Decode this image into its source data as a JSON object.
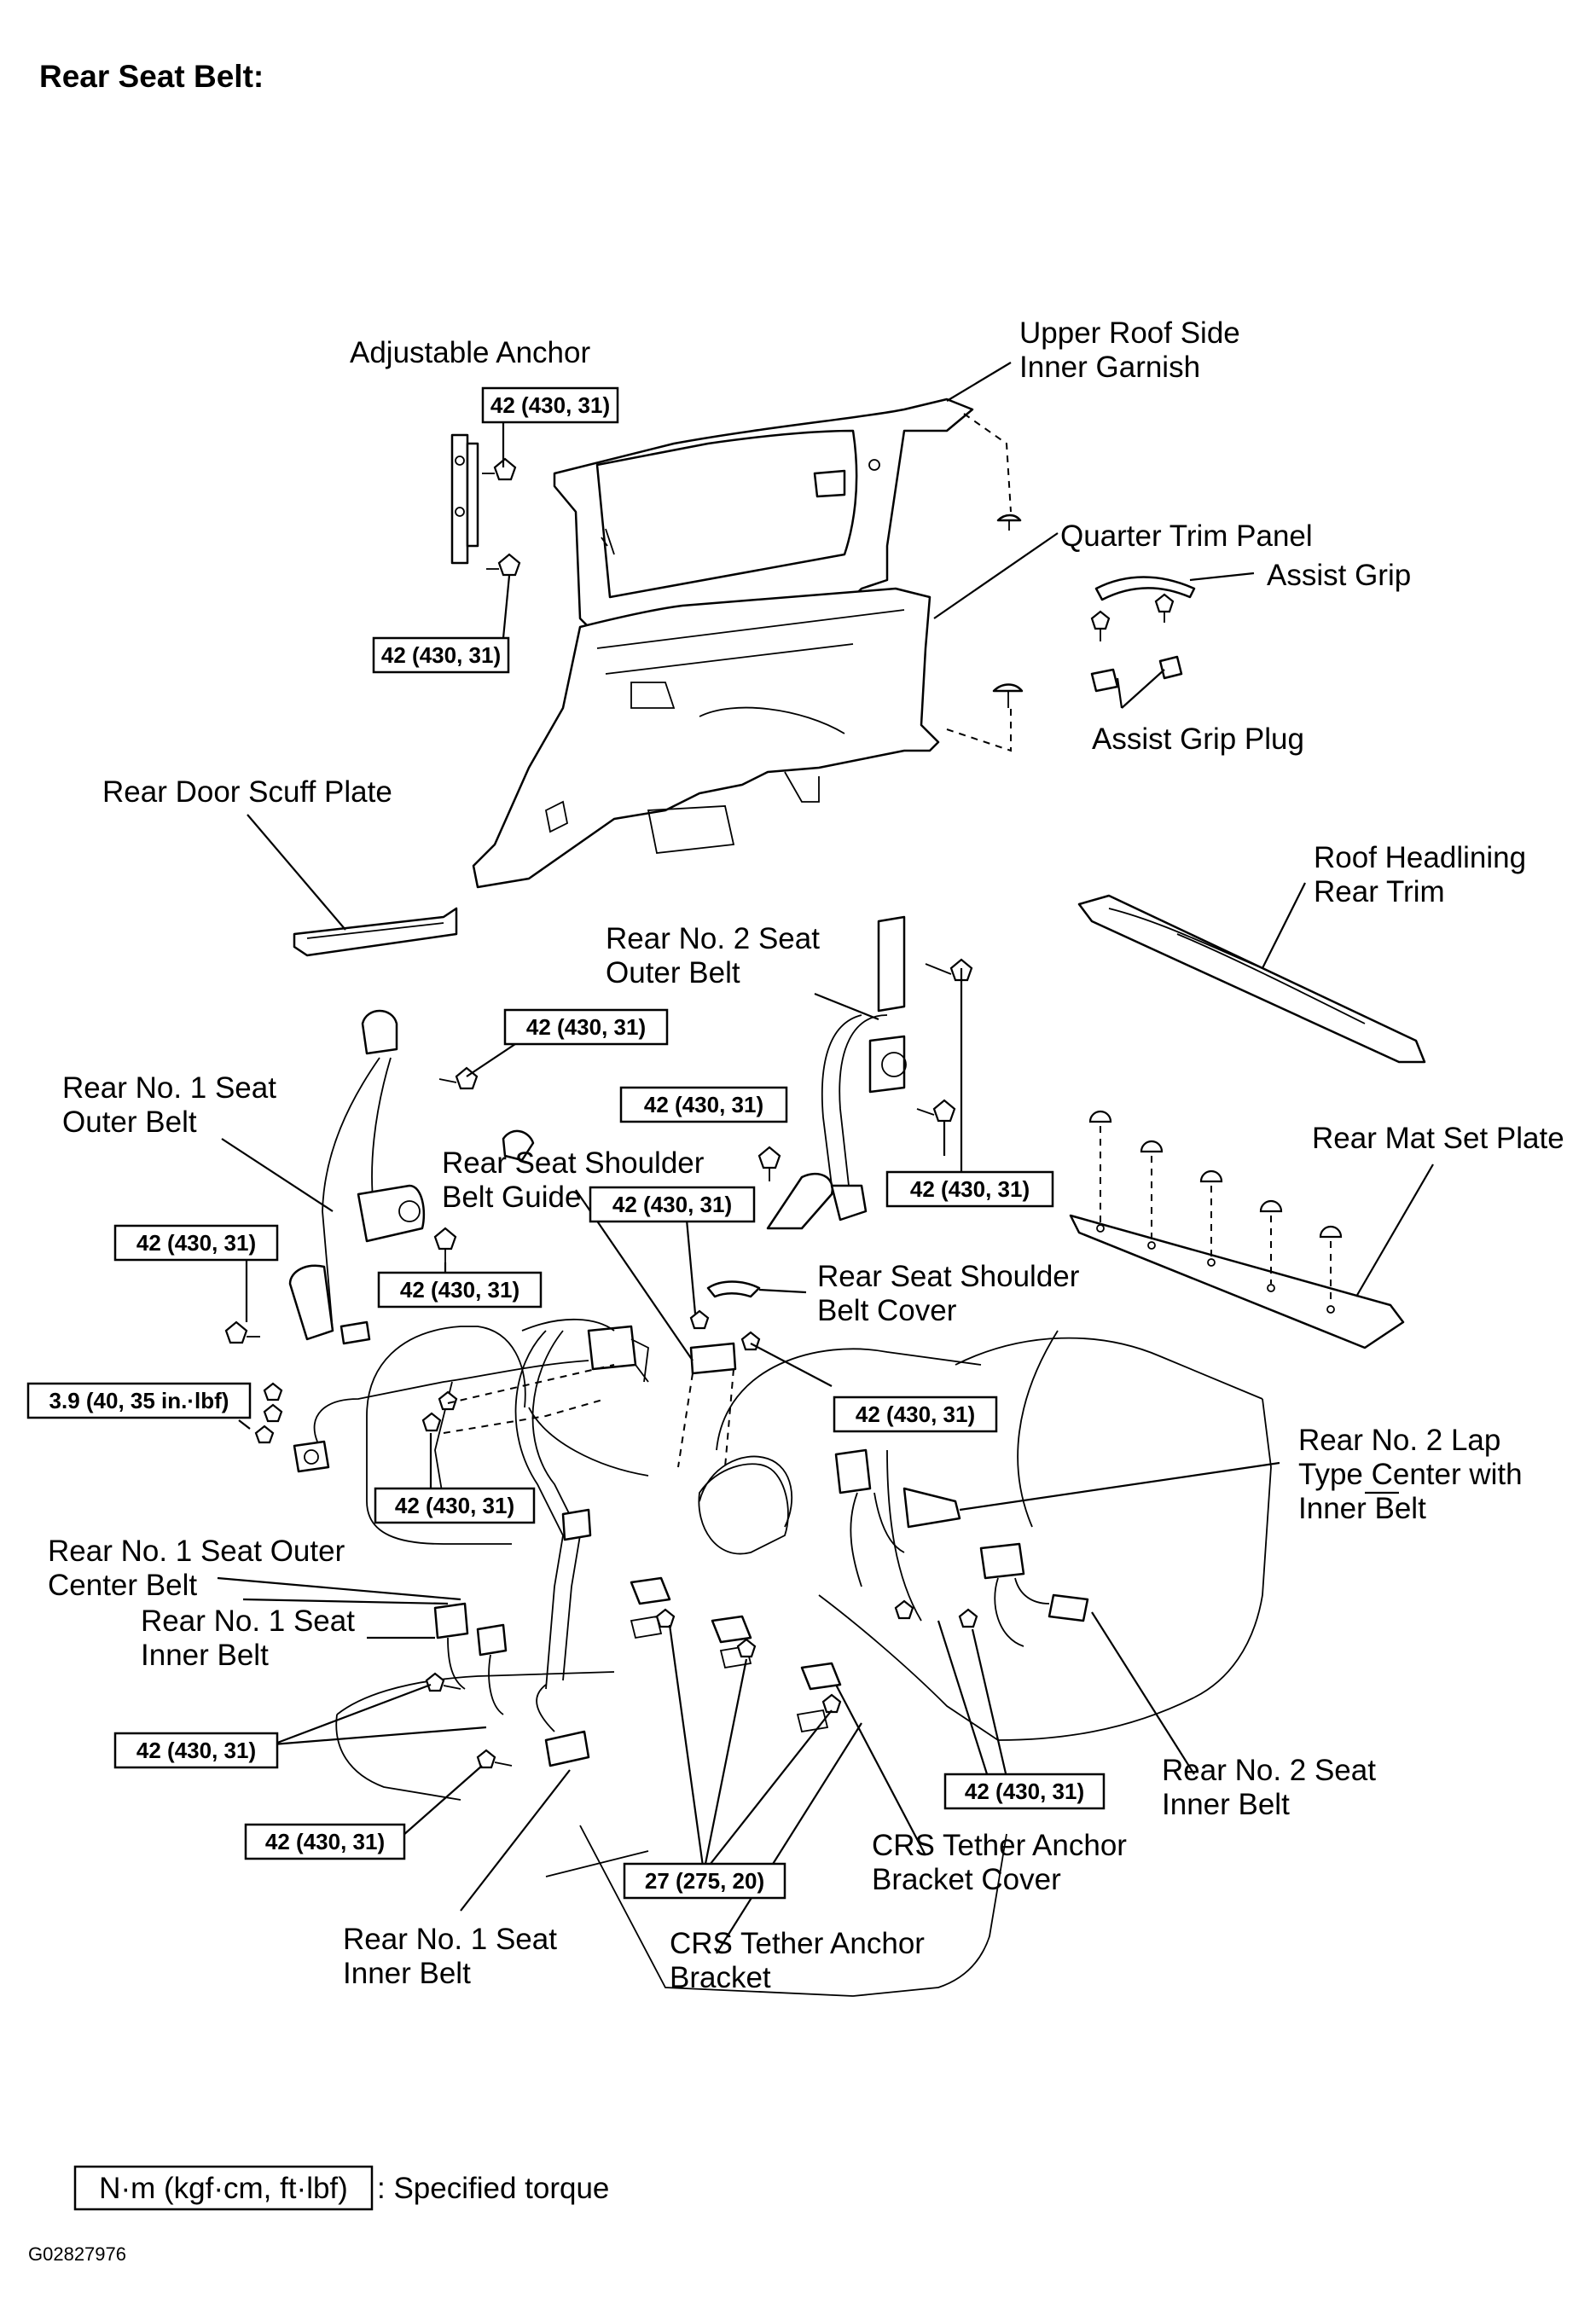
{
  "title": "Rear Seat Belt:",
  "labels": {
    "adjustable_anchor": "Adjustable Anchor",
    "upper_roof_side_1": "Upper Roof Side",
    "upper_roof_side_2": "Inner Garnish",
    "quarter_trim_panel": "Quarter Trim Panel",
    "assist_grip": "Assist Grip",
    "assist_grip_plug": "Assist Grip Plug",
    "rear_door_scuff_plate": "Rear Door Scuff Plate",
    "roof_headlining_1": "Roof Headlining",
    "roof_headlining_2": "Rear Trim",
    "rear_no2_outer_1": "Rear No. 2 Seat",
    "rear_no2_outer_2": "Outer Belt",
    "rear_no1_outer_1": "Rear No. 1 Seat",
    "rear_no1_outer_2": "Outer Belt",
    "rear_mat_set_plate": "Rear Mat Set Plate",
    "shoulder_guide_1": "Rear Seat Shoulder",
    "shoulder_guide_2": "Belt Guide",
    "shoulder_cover_1": "Rear  Seat  Shoulder",
    "shoulder_cover_2": "Belt Cover",
    "rear_no2_lap_1": "Rear No. 2 Lap",
    "rear_no2_lap_2": "Type Center with",
    "rear_no2_lap_3": "Inner Belt",
    "rear_no1_outer_center_1": "Rear No. 1 Seat Outer",
    "rear_no1_outer_center_2": "Center Belt",
    "rear_no1_inner_a_1": "Rear No. 1 Seat",
    "rear_no1_inner_a_2": "Inner Belt",
    "rear_no2_inner_1": "Rear No. 2 Seat",
    "rear_no2_inner_2": "Inner Belt",
    "crs_cover_1": "CRS Tether Anchor",
    "crs_cover_2": "Bracket Cover",
    "rear_no1_inner_b_1": "Rear No. 1 Seat",
    "rear_no1_inner_b_2": "Inner Belt",
    "crs_bracket_1": "CRS Tether Anchor",
    "crs_bracket_2": "Bracket"
  },
  "torques": {
    "t_adj_top": "42 (430, 31)",
    "t_adj_bottom": "42 (430, 31)",
    "t_no1_outer_top": "42 (430, 31)",
    "t_no2_outer_left": "42 (430, 31)",
    "t_no2_outer_right": "42 (430, 31)",
    "t_guide": "42 (430, 31)",
    "t_no1_outer_left": "42 (430, 31)",
    "t_no1_outer_mid": "42 (430, 31)",
    "t_small": "3.9 (40, 35 in.·lbf)",
    "t_cover": "42 (430, 31)",
    "t_center": "42 (430, 31)",
    "t_inner_left": "42 (430, 31)",
    "t_inner_bottom": "42 (430, 31)",
    "t_crs": "27 (275, 20)",
    "t_no2_inner": "42 (430, 31)"
  },
  "legend": {
    "unit_box": "N·m (kgf·cm, ft·lbf)",
    "unit_text": ": Specified torque"
  },
  "figure_code": "G02827976"
}
